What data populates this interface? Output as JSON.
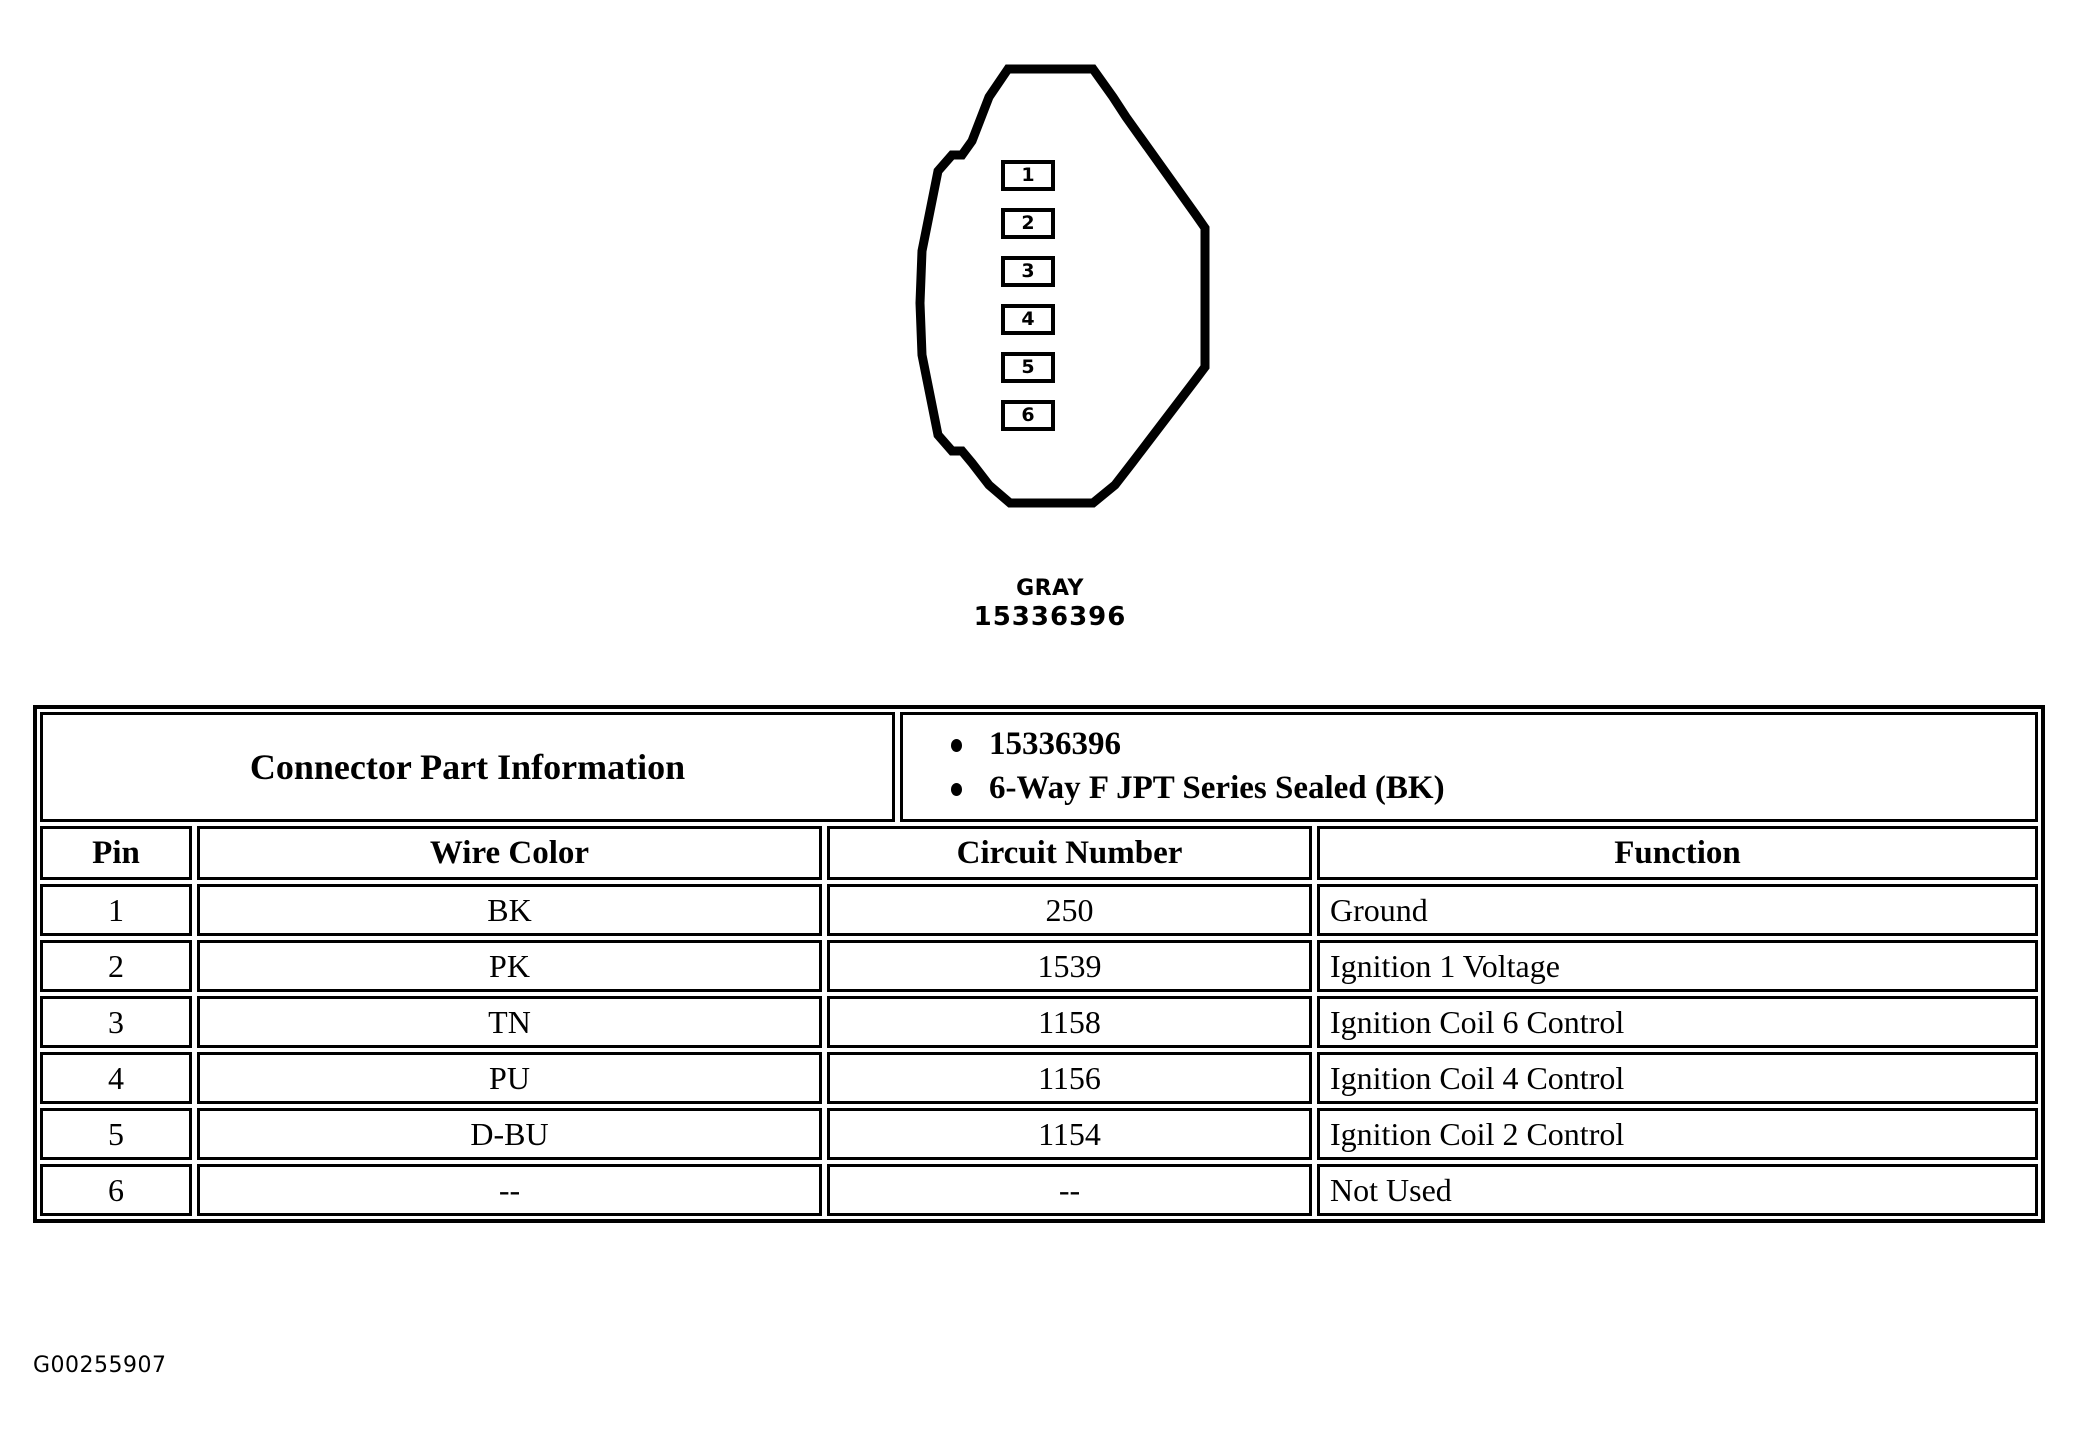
{
  "diagram": {
    "name": "connector-face-view",
    "pins": [
      "1",
      "2",
      "3",
      "4",
      "5",
      "6"
    ],
    "caption_color": "GRAY",
    "caption_part_number": "15336396"
  },
  "table": {
    "part_information_label": "Connector Part Information",
    "part_information_values": [
      "15336396",
      "6-Way F JPT Series Sealed (BK)"
    ],
    "columns": [
      "Pin",
      "Wire Color",
      "Circuit Number",
      "Function"
    ],
    "rows": [
      {
        "pin": "1",
        "wire_color": "BK",
        "circuit_number": "250",
        "function": "Ground"
      },
      {
        "pin": "2",
        "wire_color": "PK",
        "circuit_number": "1539",
        "function": "Ignition 1 Voltage"
      },
      {
        "pin": "3",
        "wire_color": "TN",
        "circuit_number": "1158",
        "function": "Ignition Coil 6 Control"
      },
      {
        "pin": "4",
        "wire_color": "PU",
        "circuit_number": "1156",
        "function": "Ignition Coil 4 Control"
      },
      {
        "pin": "5",
        "wire_color": "D-BU",
        "circuit_number": "1154",
        "function": "Ignition Coil 2 Control"
      },
      {
        "pin": "6",
        "wire_color": "--",
        "circuit_number": "--",
        "function": "Not Used"
      }
    ]
  },
  "figure_id": "G00255907"
}
